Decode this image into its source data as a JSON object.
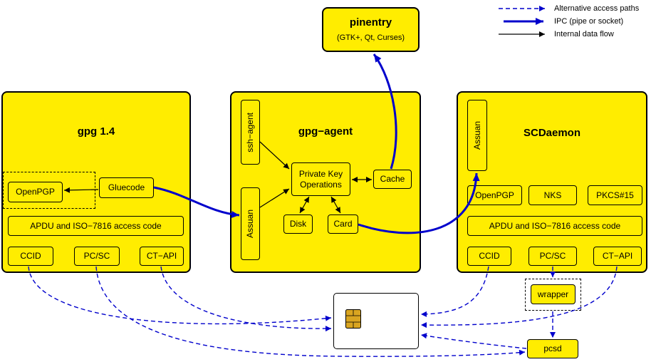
{
  "legend": {
    "alt": "Alternative access paths",
    "ipc": "IPC (pipe or socket)",
    "internal": "Internal data flow"
  },
  "pinentry": {
    "title": "pinentry",
    "subtitle": "(GTK+, Qt, Curses)"
  },
  "gpg14": {
    "title": "gpg 1.4",
    "openpgp": "OpenPGP",
    "gluecode": "Gluecode",
    "apdu": "APDU and ISO−7816 access code",
    "ccid": "CCID",
    "pcsc": "PC/SC",
    "ctapi": "CT−API"
  },
  "agent": {
    "title": "gpg−agent",
    "ssh": "ssh−agent",
    "assuan": "Assuan",
    "pko1": "Private Key",
    "pko2": "Operations",
    "cache": "Cache",
    "disk": "Disk",
    "card": "Card"
  },
  "scd": {
    "title": "SCDaemon",
    "assuan": "Assuan",
    "openpgp": "OpenPGP",
    "nks": "NKS",
    "pkcs15": "PKCS#15",
    "apdu": "APDU and ISO−7816 access code",
    "ccid": "CCID",
    "pcsc": "PC/SC",
    "ctapi": "CT−API"
  },
  "wrapper": {
    "label": "wrapper"
  },
  "pcsd": {
    "label": "pcsd"
  },
  "icons": {
    "chip": "smartcard-chip"
  },
  "colors": {
    "box_fill": "#FFED00",
    "ipc_blue": "#0000CC",
    "line_black": "#000000",
    "chip_gold": "#D9A521"
  }
}
